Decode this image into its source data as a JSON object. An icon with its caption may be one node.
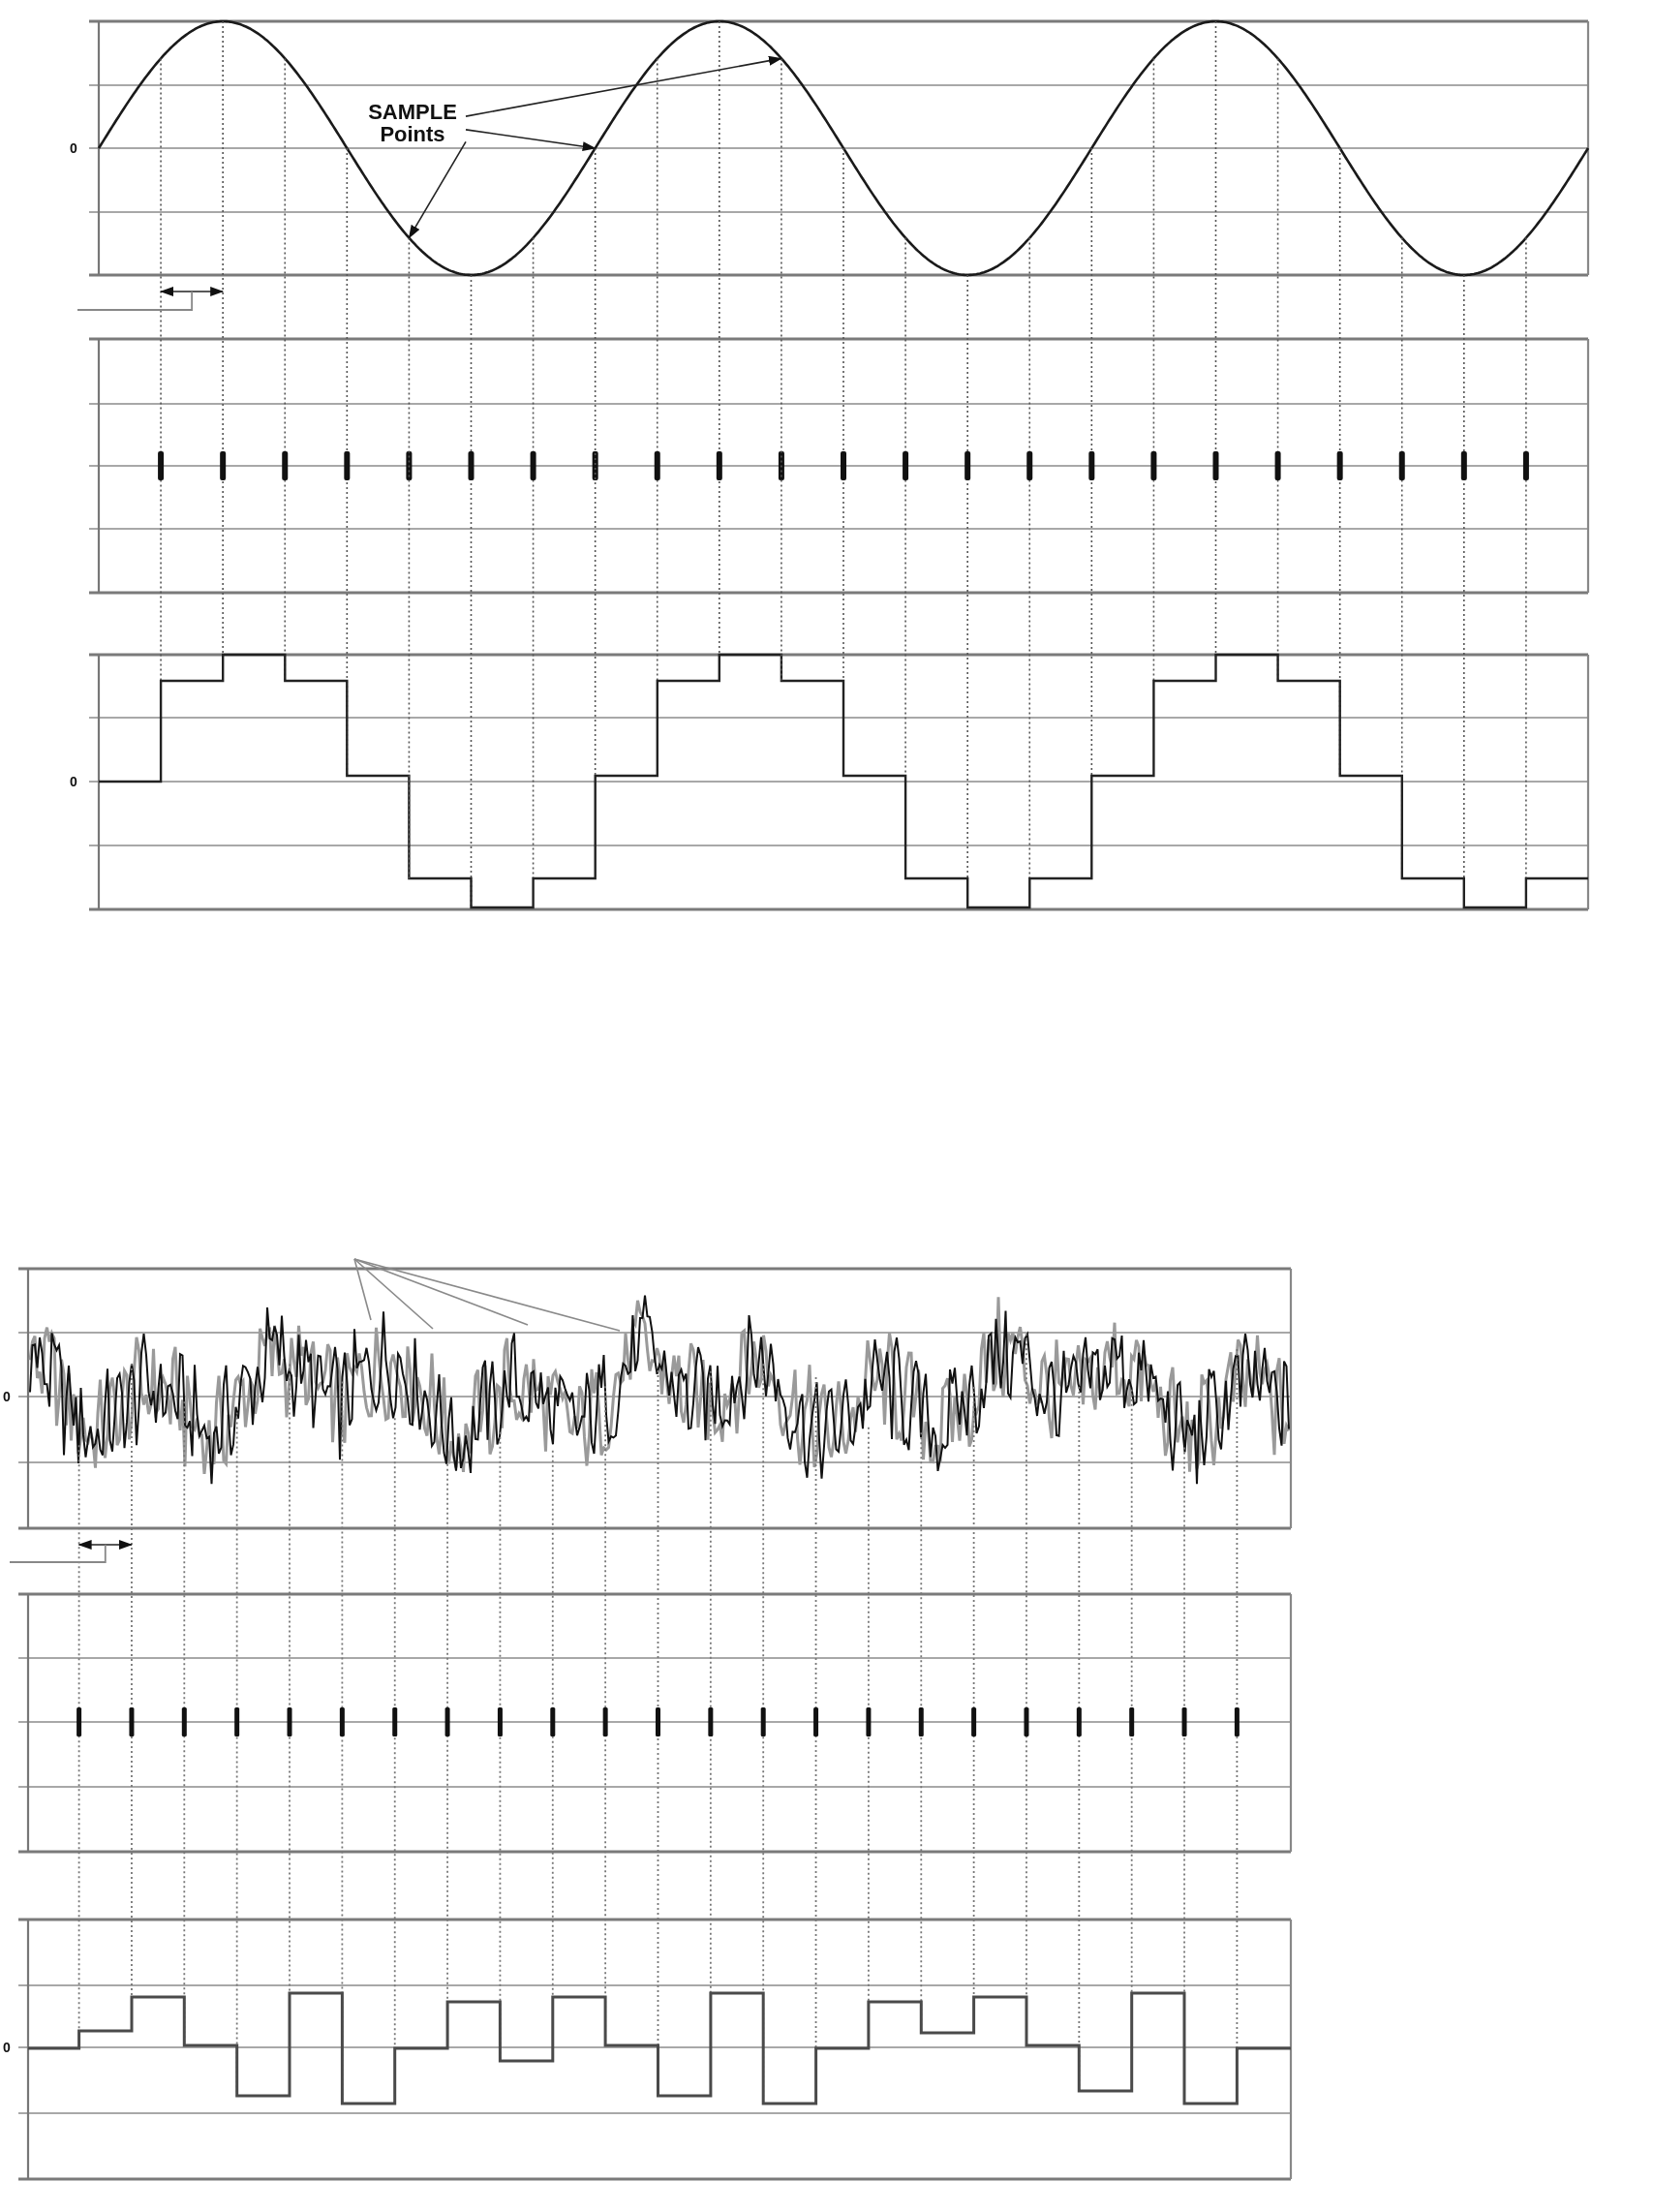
{
  "diagram": {
    "nodes": [
      {
        "text": [
          "SAMPLE Points"
        ]
      },
      {
        "text": [],
        "shape": "line"
      },
      {
        "text": [],
        "shape": "line"
      },
      {
        "text": [],
        "shape": "line"
      }
    ],
    "edges": [
      {
        "from": 0,
        "to": 1,
        "arrow": "to"
      },
      {
        "from": 0,
        "to": 2,
        "arrow": "to"
      },
      {
        "from": 0,
        "to": 3,
        "arrow": "to"
      }
    ],
    "labels": [
      "0",
      "0",
      "0",
      "0"
    ]
  }
}
